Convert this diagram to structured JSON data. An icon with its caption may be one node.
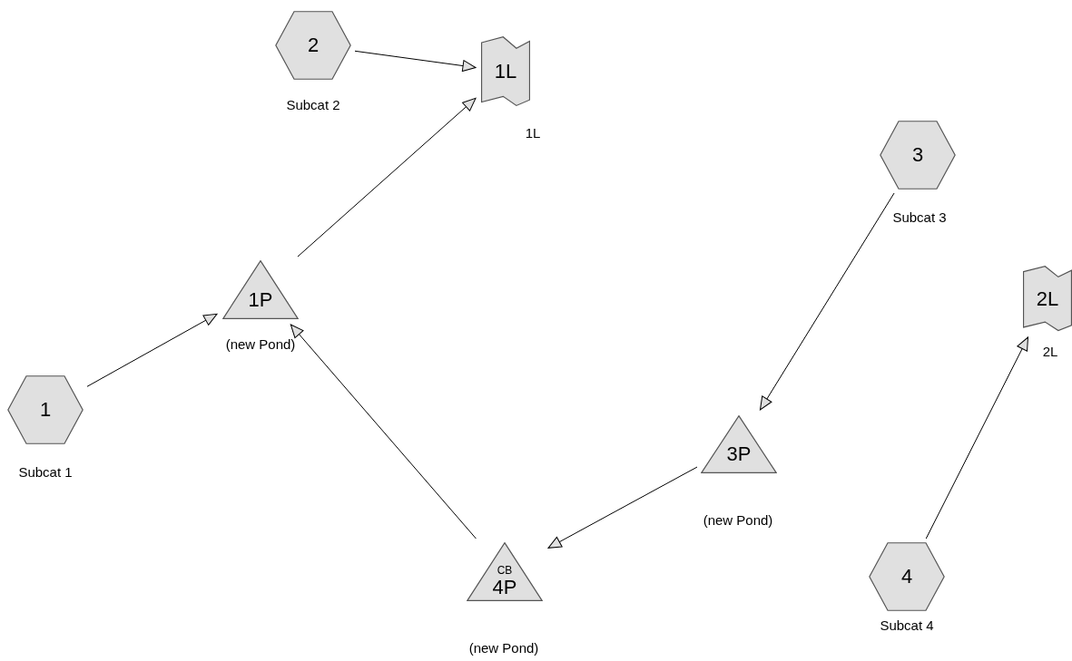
{
  "diagram": {
    "nodes": [
      {
        "text": [
          "2"
        ],
        "beside": [
          "Subcat 2"
        ]
      },
      {
        "text": [
          "1L"
        ],
        "beside": [
          "1L"
        ]
      },
      {
        "text": [
          "3"
        ],
        "beside": [
          "Subcat 3"
        ]
      },
      {
        "text": [
          "2L"
        ],
        "beside": [
          "2L"
        ]
      },
      {
        "text": [
          "1P"
        ],
        "beside": [
          "(new Pond)"
        ]
      },
      {
        "text": [
          "1"
        ],
        "beside": [
          "Subcat 1"
        ]
      },
      {
        "text": [
          "3P"
        ],
        "beside": [
          "(new Pond)"
        ]
      },
      {
        "text": [
          "CB",
          "4P"
        ],
        "beside": [
          "(new Pond)"
        ]
      },
      {
        "text": [
          "4"
        ],
        "beside": [
          "Subcat 4"
        ]
      }
    ],
    "edges": [
      {
        "from": 0,
        "to": 1,
        "arrow": "to"
      },
      {
        "from": 4,
        "to": 1,
        "arrow": "to"
      },
      {
        "from": 5,
        "to": 4,
        "arrow": "to"
      },
      {
        "from": 7,
        "to": 4,
        "arrow": "to"
      },
      {
        "from": 2,
        "to": 6,
        "arrow": "to"
      },
      {
        "from": 6,
        "to": 7,
        "arrow": "to"
      },
      {
        "from": 8,
        "to": 3,
        "arrow": "to"
      }
    ]
  }
}
